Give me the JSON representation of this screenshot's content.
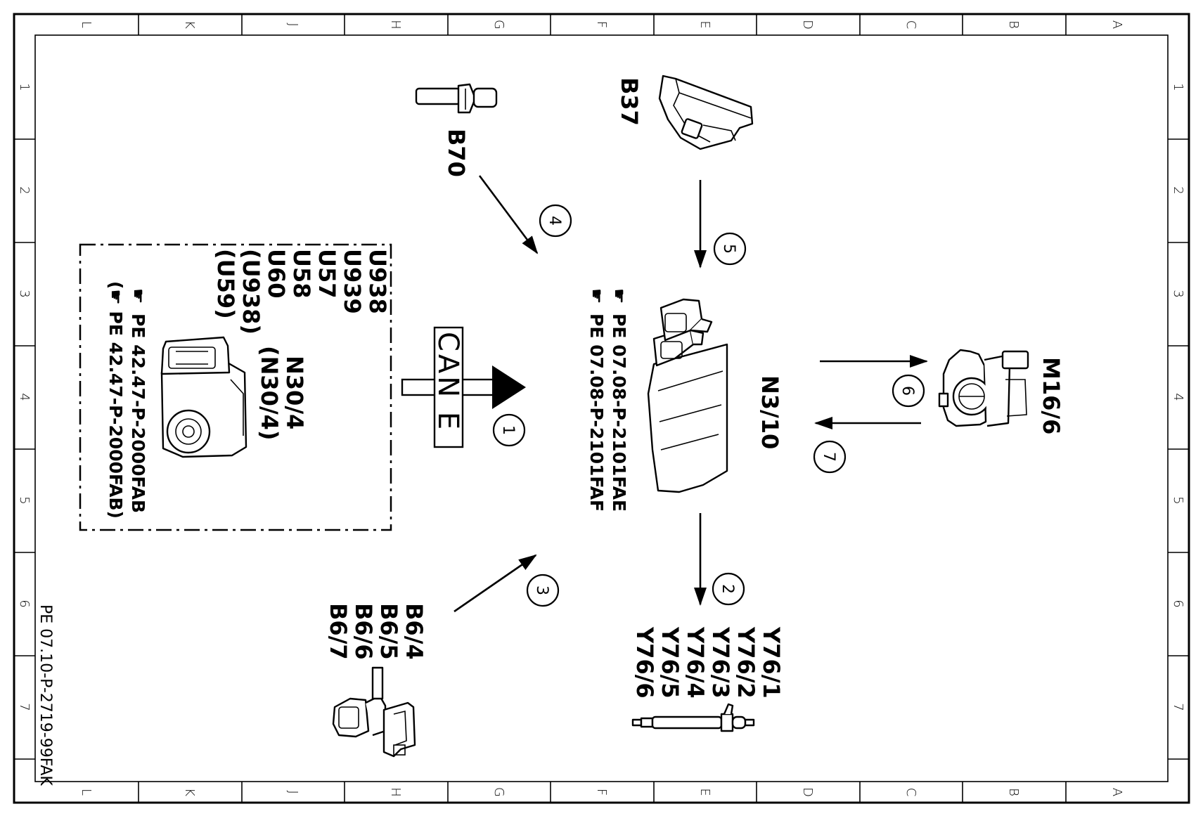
{
  "frame": {
    "columns": [
      "L",
      "K",
      "J",
      "H",
      "G",
      "F",
      "E",
      "D",
      "C",
      "B",
      "A"
    ],
    "rows": [
      "1",
      "2",
      "3",
      "4",
      "5",
      "6",
      "7"
    ],
    "document_number": "PE 07.10-P-2719-99FAK"
  },
  "components": {
    "b70": {
      "label": "B70"
    },
    "b37": {
      "label": "B37"
    },
    "ecu": {
      "label": "N3/10",
      "refs": [
        "PE 07.08-P-2101FAE",
        "PE 07.08-P-2101FAF"
      ]
    },
    "m16": {
      "label": "M16/6"
    },
    "abs": {
      "label_lines": [
        "N30/4",
        "(N30/4)"
      ],
      "codes": [
        "U938",
        "U939",
        "U57",
        "U58",
        "U60",
        "(U938)",
        "(U59)"
      ],
      "refs": [
        "PE  42.47-P-2000FAB",
        "(☛ PE  42.47-P-2000FAB)"
      ]
    },
    "wheel_sensors": {
      "labels": [
        "B6/4",
        "B6/5",
        "B6/6",
        "B6/7"
      ]
    },
    "injectors": {
      "labels": [
        "Y76/1",
        "Y76/2",
        "Y76/3",
        "Y76/4",
        "Y76/5",
        "Y76/6"
      ]
    }
  },
  "bus": {
    "label": "CAN E"
  },
  "signals": [
    "1",
    "2",
    "3",
    "4",
    "5",
    "6",
    "7"
  ],
  "icons": {
    "reference": "pointing-hand-icon"
  }
}
